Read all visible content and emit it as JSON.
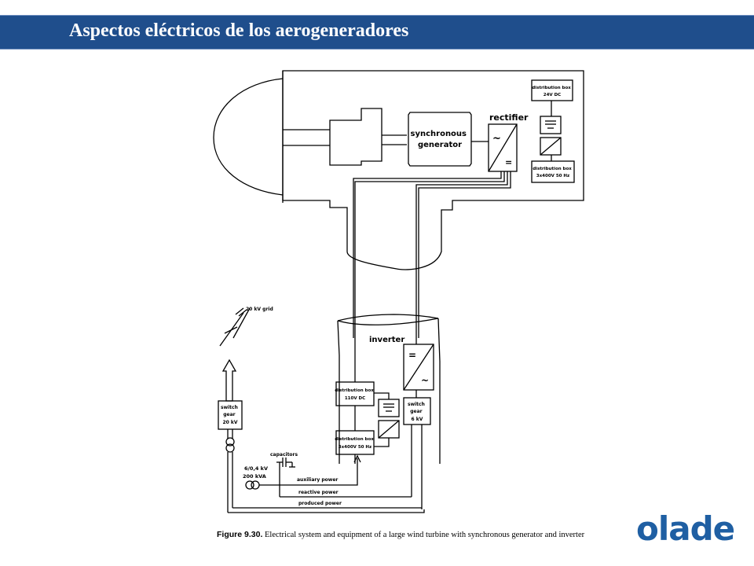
{
  "header": {
    "title": "Aspectos eléctricos de los aerogeneradores"
  },
  "diagram": {
    "synchronous_generator": [
      "synchronous",
      "generator"
    ],
    "rectifier": "rectifier",
    "dist_box_24v": [
      "distribution box",
      "24V DC"
    ],
    "dist_box_3x400_top": [
      "distribution box",
      "3x400V 50 Hz"
    ],
    "grid": "20 kV grid",
    "inverter": "inverter",
    "dist_box_110v": [
      "distribution box",
      "110V DC"
    ],
    "dist_box_3x400_bottom": [
      "distribution box",
      "3x400V 50 Hz"
    ],
    "switch_gear_6kv": [
      "switch",
      "gear",
      "6 kV"
    ],
    "switch_gear_20kv": [
      "switch",
      "gear",
      "20 kV"
    ],
    "capacitors": "capacitors",
    "transformer": [
      "6/0,4 kV",
      "200 kVA"
    ],
    "auxiliary_power": "auxiliary power",
    "reactive_power": "reactive power",
    "produced_power": "produced power",
    "tilde_symbol": "~",
    "equals_symbol": "="
  },
  "caption": {
    "figure_label": "Figure 9.30.",
    "text": "Electrical system and equipment of a large wind turbine with synchronous generator and inverter"
  },
  "logo": {
    "text": "olade",
    "color": "#1f5fa3"
  },
  "colors": {
    "header_bg": "#1f4e8c",
    "header_text": "#ffffff"
  }
}
